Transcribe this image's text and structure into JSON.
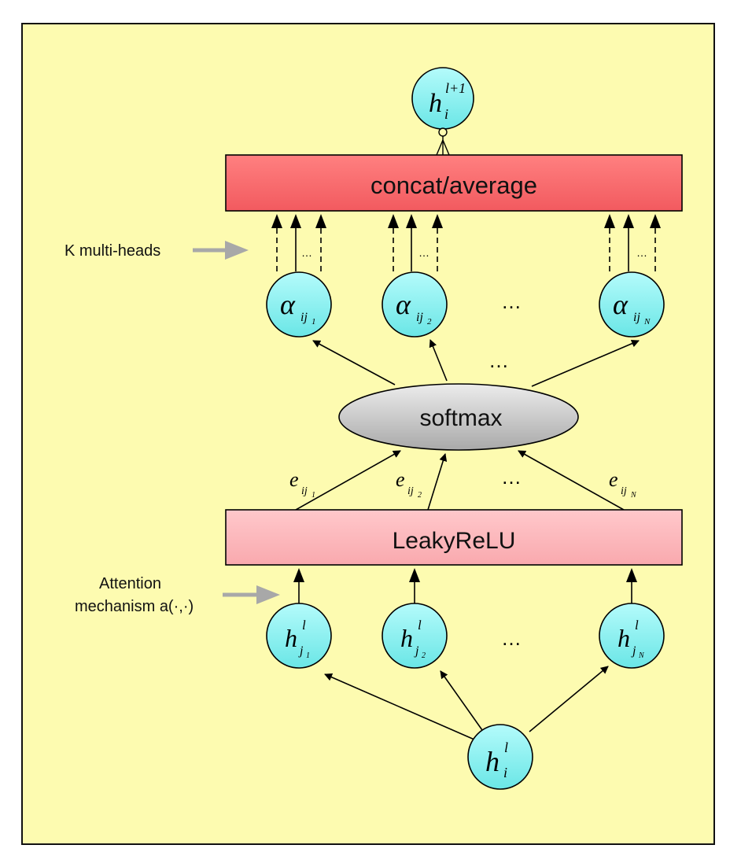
{
  "diagram": {
    "concat_label": "concat/average",
    "softmax_label": "softmax",
    "leaky_label": "LeakyReLU",
    "multihead_annotation": "K multi-heads",
    "attention_annotation": [
      "Attention",
      "mechanism a(·,·)"
    ],
    "ellipsis": "…",
    "output_node": {
      "base": "h",
      "sup": "l+1",
      "sub": "i"
    },
    "input_node": {
      "base": "h",
      "sup": "l",
      "sub": "i"
    },
    "neighbor_nodes": [
      {
        "base": "h",
        "sup": "l",
        "sub": "j",
        "subsub": "1"
      },
      {
        "base": "h",
        "sup": "l",
        "sub": "j",
        "subsub": "2"
      },
      {
        "base": "h",
        "sup": "l",
        "sub": "j",
        "subsub": "N"
      }
    ],
    "alpha_nodes": [
      {
        "base": "α",
        "sub": "ij",
        "subsub": "1"
      },
      {
        "base": "α",
        "sub": "ij",
        "subsub": "2"
      },
      {
        "base": "α",
        "sub": "ij",
        "subsub": "N"
      }
    ],
    "e_labels": [
      {
        "base": "e",
        "sub": "ij",
        "subsub": "1"
      },
      {
        "base": "e",
        "sub": "ij",
        "subsub": "2"
      },
      {
        "base": "e",
        "sub": "ij",
        "subsub": "N"
      }
    ],
    "colors": {
      "background": "#fdfbb0",
      "node_fill": "#8ff3f3",
      "concat_fill": "#ff6b6b",
      "leaky_fill": "#ffb8bc",
      "softmax_fill": "#cfcfcf",
      "annotation_arrow": "#a8a8a8",
      "stroke": "#000000"
    }
  }
}
